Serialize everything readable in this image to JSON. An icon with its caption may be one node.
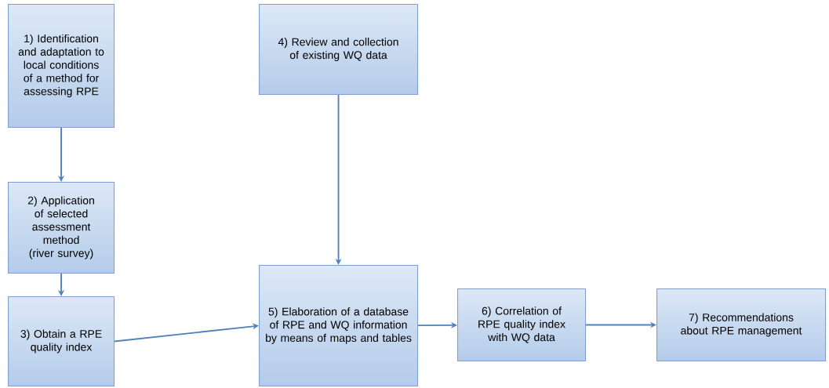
{
  "diagram": {
    "nodes": [
      {
        "text": [
          "1) Identification and adaptation to local conditions of a method for assessing RPE"
        ]
      },
      {
        "text": [
          "2) Application of selected assessment method (river survey)"
        ]
      },
      {
        "text": [
          "3) Obtain a RPE quality index"
        ]
      },
      {
        "text": [
          "4) Review and collection of existing WQ data"
        ]
      },
      {
        "text": [
          "5) Elaboration of a database of RPE and WQ information by means of maps and tables"
        ]
      },
      {
        "text": [
          "6) Correlation of RPE quality index with WQ data"
        ]
      },
      {
        "text": [
          "7) Recommendations about RPE management"
        ]
      }
    ],
    "edges": [
      {
        "from": 0,
        "to": 1,
        "arrow": "to"
      },
      {
        "from": 1,
        "to": 2,
        "arrow": "to"
      },
      {
        "from": 2,
        "to": 4,
        "arrow": "to"
      },
      {
        "from": 3,
        "to": 4,
        "arrow": "to"
      },
      {
        "from": 4,
        "to": 5,
        "arrow": "to"
      },
      {
        "from": 5,
        "to": 6,
        "arrow": "to"
      }
    ]
  }
}
